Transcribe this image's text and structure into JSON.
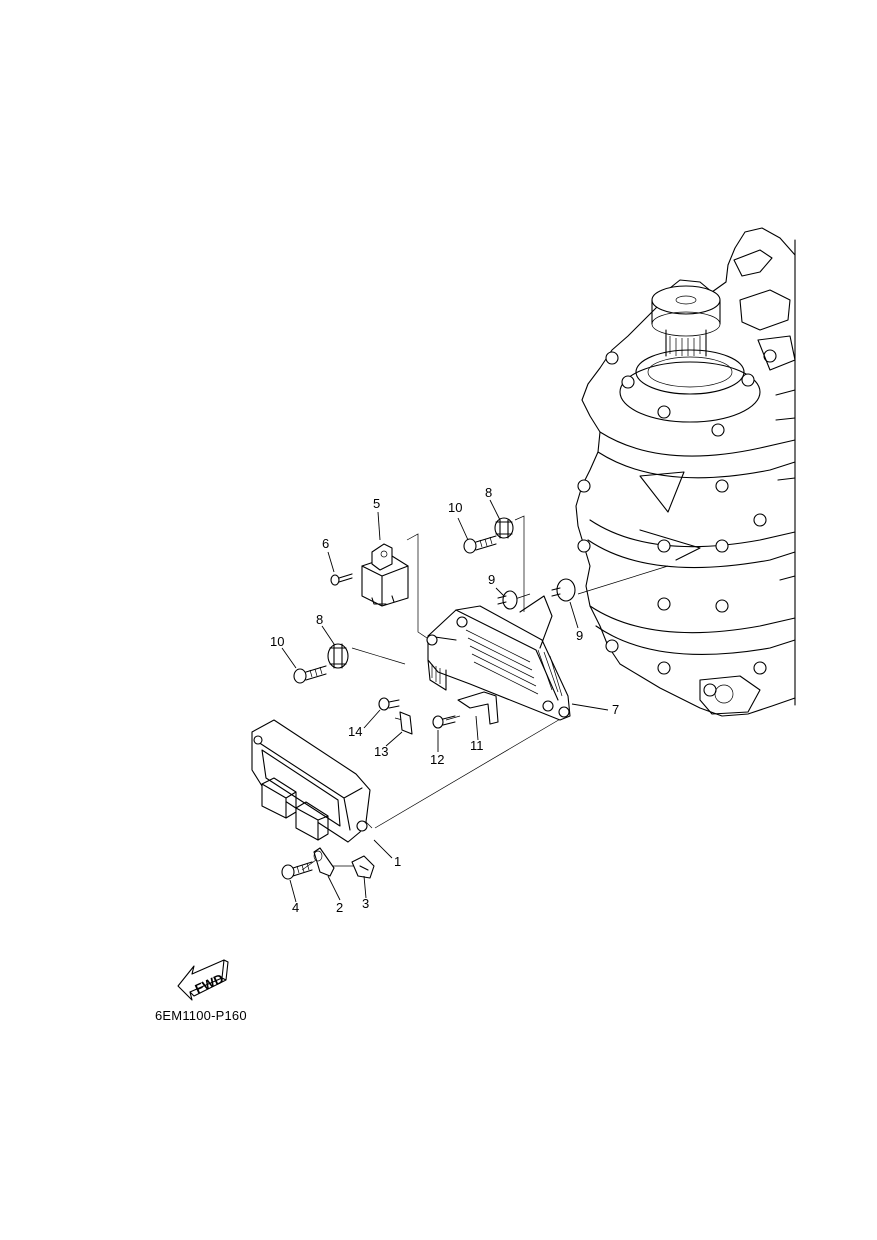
{
  "callouts": [
    {
      "id": "c1",
      "text": "1"
    },
    {
      "id": "c2",
      "text": "2"
    },
    {
      "id": "c3",
      "text": "3"
    },
    {
      "id": "c4",
      "text": "4"
    },
    {
      "id": "c5",
      "text": "5"
    },
    {
      "id": "c6",
      "text": "6"
    },
    {
      "id": "c7",
      "text": "7"
    },
    {
      "id": "c8a",
      "text": "8"
    },
    {
      "id": "c8b",
      "text": "8"
    },
    {
      "id": "c9a",
      "text": "9"
    },
    {
      "id": "c9b",
      "text": "9"
    },
    {
      "id": "c10a",
      "text": "10"
    },
    {
      "id": "c10b",
      "text": "10"
    },
    {
      "id": "c11",
      "text": "11"
    },
    {
      "id": "c12",
      "text": "12"
    },
    {
      "id": "c13",
      "text": "13"
    },
    {
      "id": "c14",
      "text": "14"
    }
  ],
  "fwd_arrow": {
    "label": "FWD"
  },
  "diagram_code": "6EM1100-P160"
}
